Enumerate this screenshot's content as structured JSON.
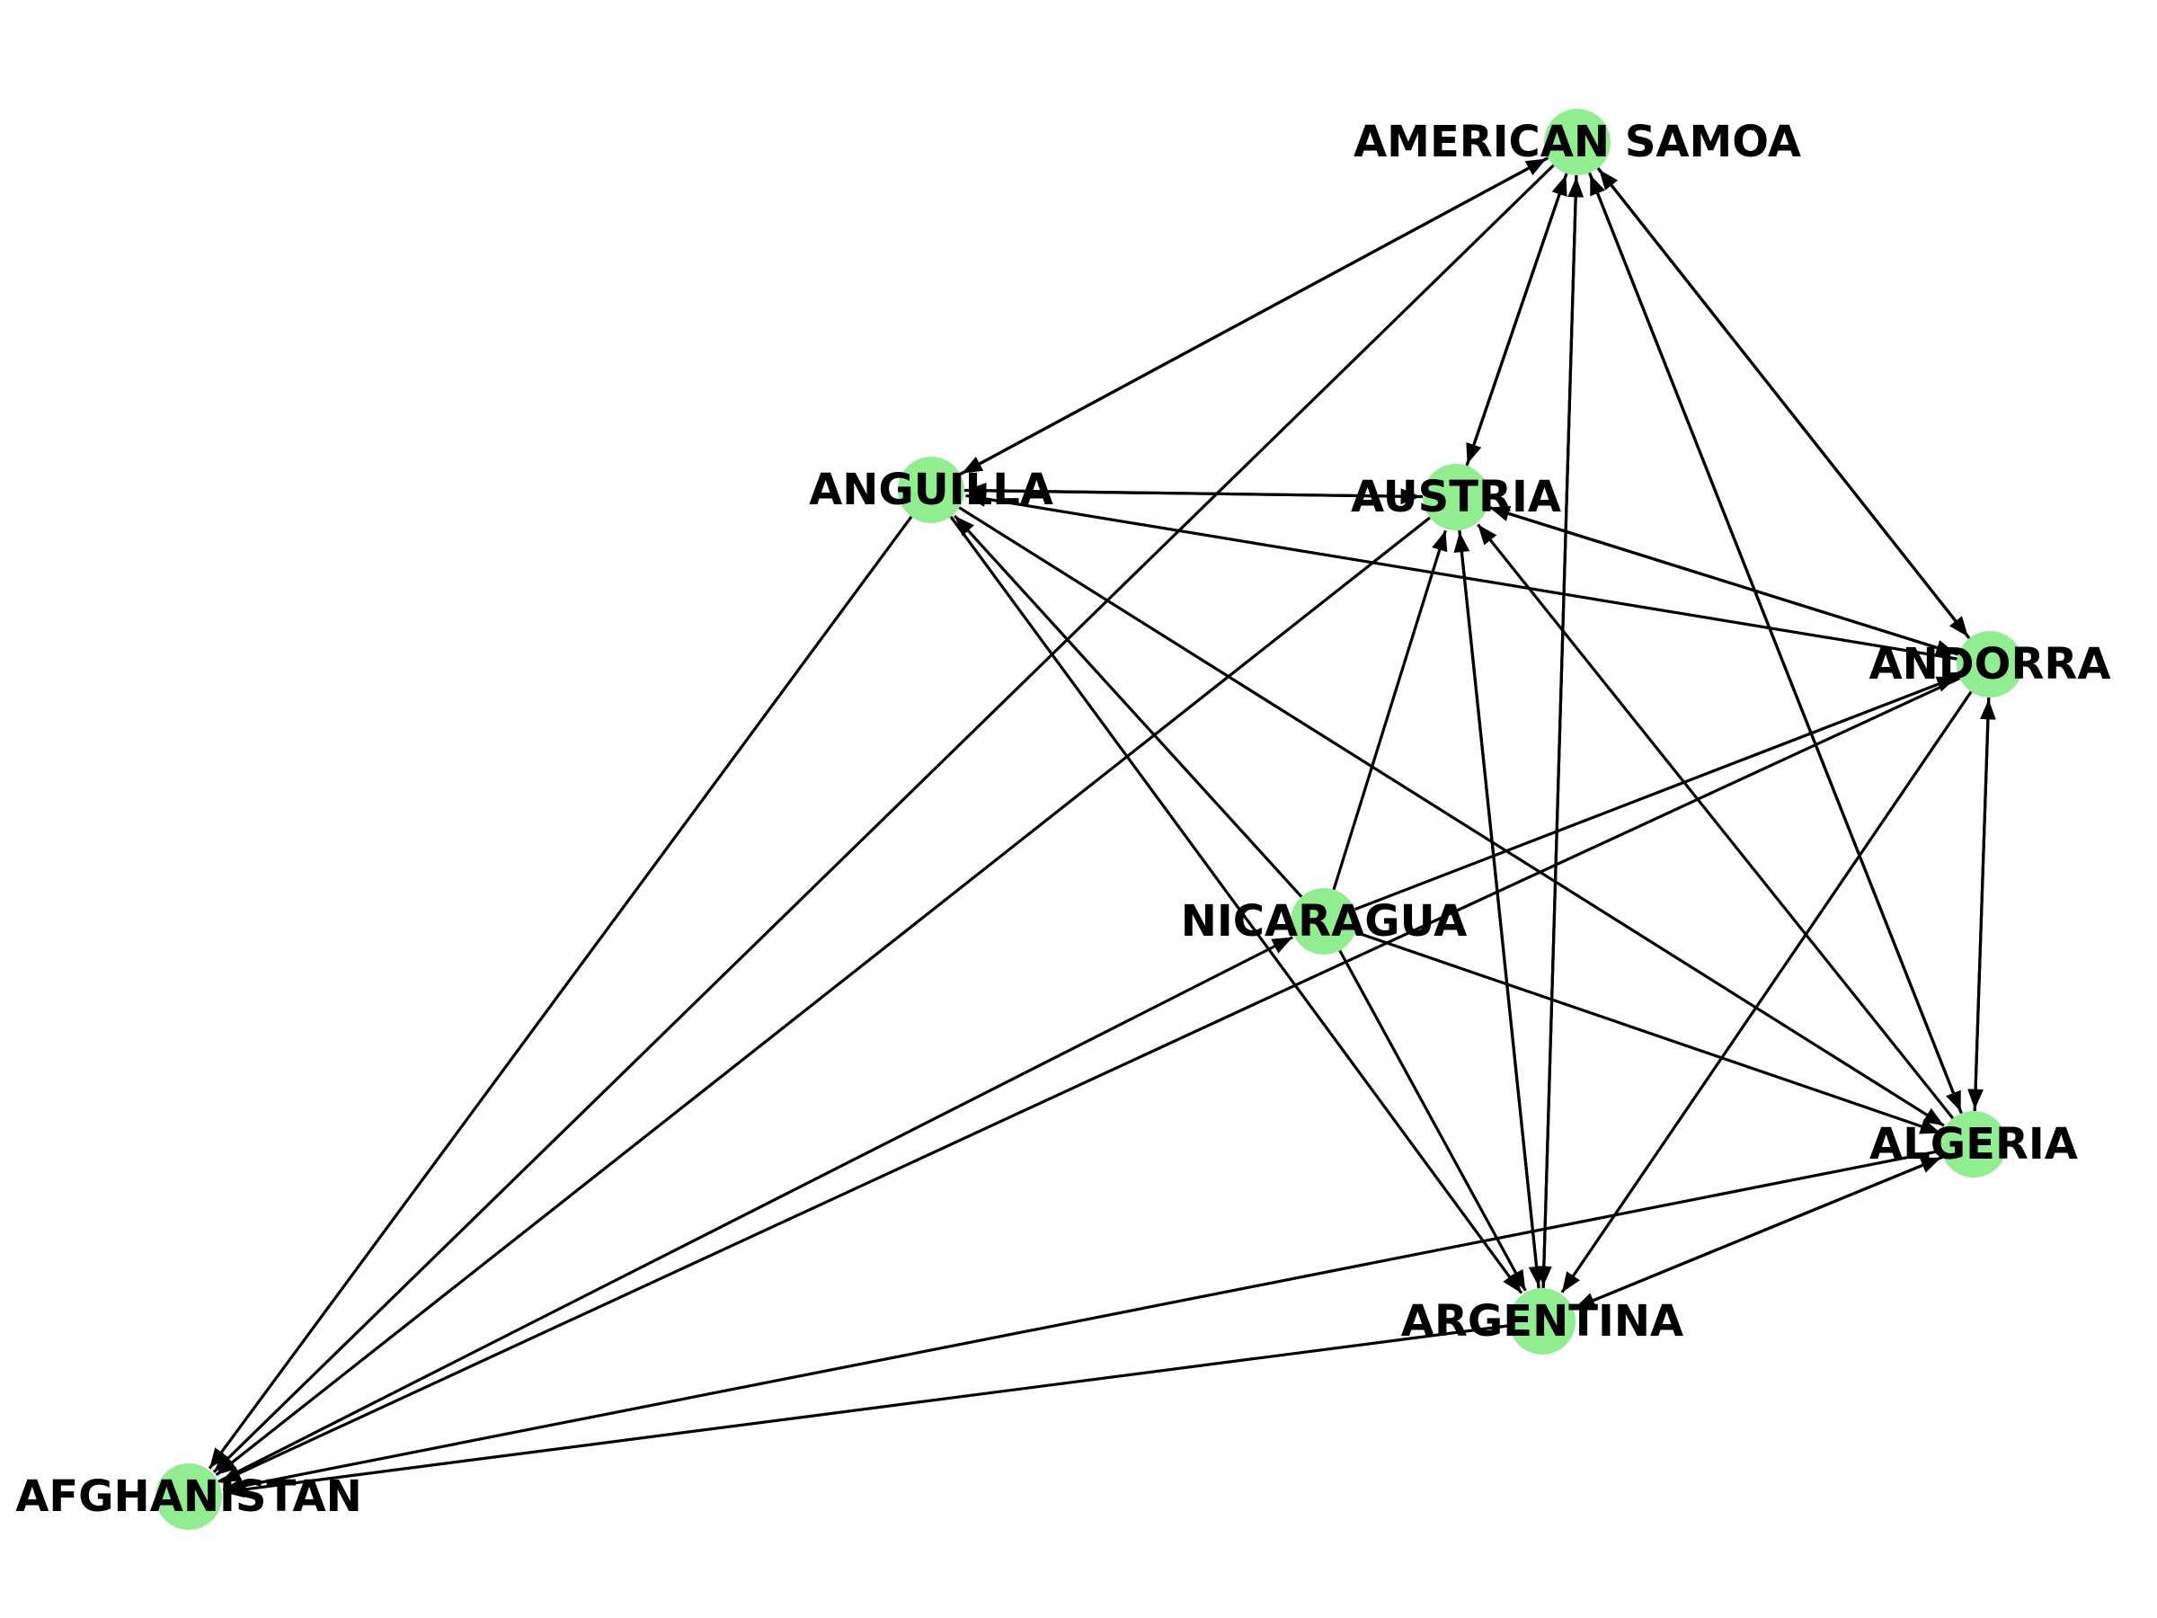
{
  "colors": {
    "node": "#90ee90",
    "edge": "#000000",
    "label": "#000000"
  },
  "nodes": [
    {
      "id": "american_samoa",
      "label": "AMERICAN SAMOA"
    },
    {
      "id": "anguilla",
      "label": "ANGUILLA"
    },
    {
      "id": "austria",
      "label": "AUSTRIA"
    },
    {
      "id": "andorra",
      "label": "ANDORRA"
    },
    {
      "id": "nicaragua",
      "label": "NICARAGUA"
    },
    {
      "id": "algeria",
      "label": "ALGERIA"
    },
    {
      "id": "argentina",
      "label": "ARGENTINA"
    },
    {
      "id": "afghanistan",
      "label": "AFGHANISTAN"
    }
  ],
  "edges": [
    {
      "from": "american_samoa",
      "to": "anguilla"
    },
    {
      "from": "anguilla",
      "to": "american_samoa"
    },
    {
      "from": "american_samoa",
      "to": "afghanistan"
    },
    {
      "from": "american_samoa",
      "to": "austria"
    },
    {
      "from": "austria",
      "to": "american_samoa"
    },
    {
      "from": "american_samoa",
      "to": "argentina"
    },
    {
      "from": "argentina",
      "to": "american_samoa"
    },
    {
      "from": "american_samoa",
      "to": "algeria"
    },
    {
      "from": "algeria",
      "to": "american_samoa"
    },
    {
      "from": "american_samoa",
      "to": "andorra"
    },
    {
      "from": "andorra",
      "to": "american_samoa"
    },
    {
      "from": "anguilla",
      "to": "austria"
    },
    {
      "from": "austria",
      "to": "anguilla"
    },
    {
      "from": "anguilla",
      "to": "afghanistan"
    },
    {
      "from": "andorra",
      "to": "anguilla"
    },
    {
      "from": "anguilla",
      "to": "algeria"
    },
    {
      "from": "anguilla",
      "to": "argentina"
    },
    {
      "from": "nicaragua",
      "to": "anguilla"
    },
    {
      "from": "austria",
      "to": "afghanistan"
    },
    {
      "from": "nicaragua",
      "to": "austria"
    },
    {
      "from": "austria",
      "to": "andorra"
    },
    {
      "from": "andorra",
      "to": "austria"
    },
    {
      "from": "austria",
      "to": "argentina"
    },
    {
      "from": "argentina",
      "to": "austria"
    },
    {
      "from": "algeria",
      "to": "austria"
    },
    {
      "from": "nicaragua",
      "to": "andorra"
    },
    {
      "from": "andorra",
      "to": "afghanistan"
    },
    {
      "from": "andorra",
      "to": "algeria"
    },
    {
      "from": "algeria",
      "to": "andorra"
    },
    {
      "from": "andorra",
      "to": "argentina"
    },
    {
      "from": "afghanistan",
      "to": "nicaragua"
    },
    {
      "from": "nicaragua",
      "to": "algeria"
    },
    {
      "from": "nicaragua",
      "to": "argentina"
    },
    {
      "from": "algeria",
      "to": "afghanistan"
    },
    {
      "from": "argentina",
      "to": "algeria"
    },
    {
      "from": "algeria",
      "to": "argentina"
    },
    {
      "from": "argentina",
      "to": "afghanistan"
    }
  ]
}
